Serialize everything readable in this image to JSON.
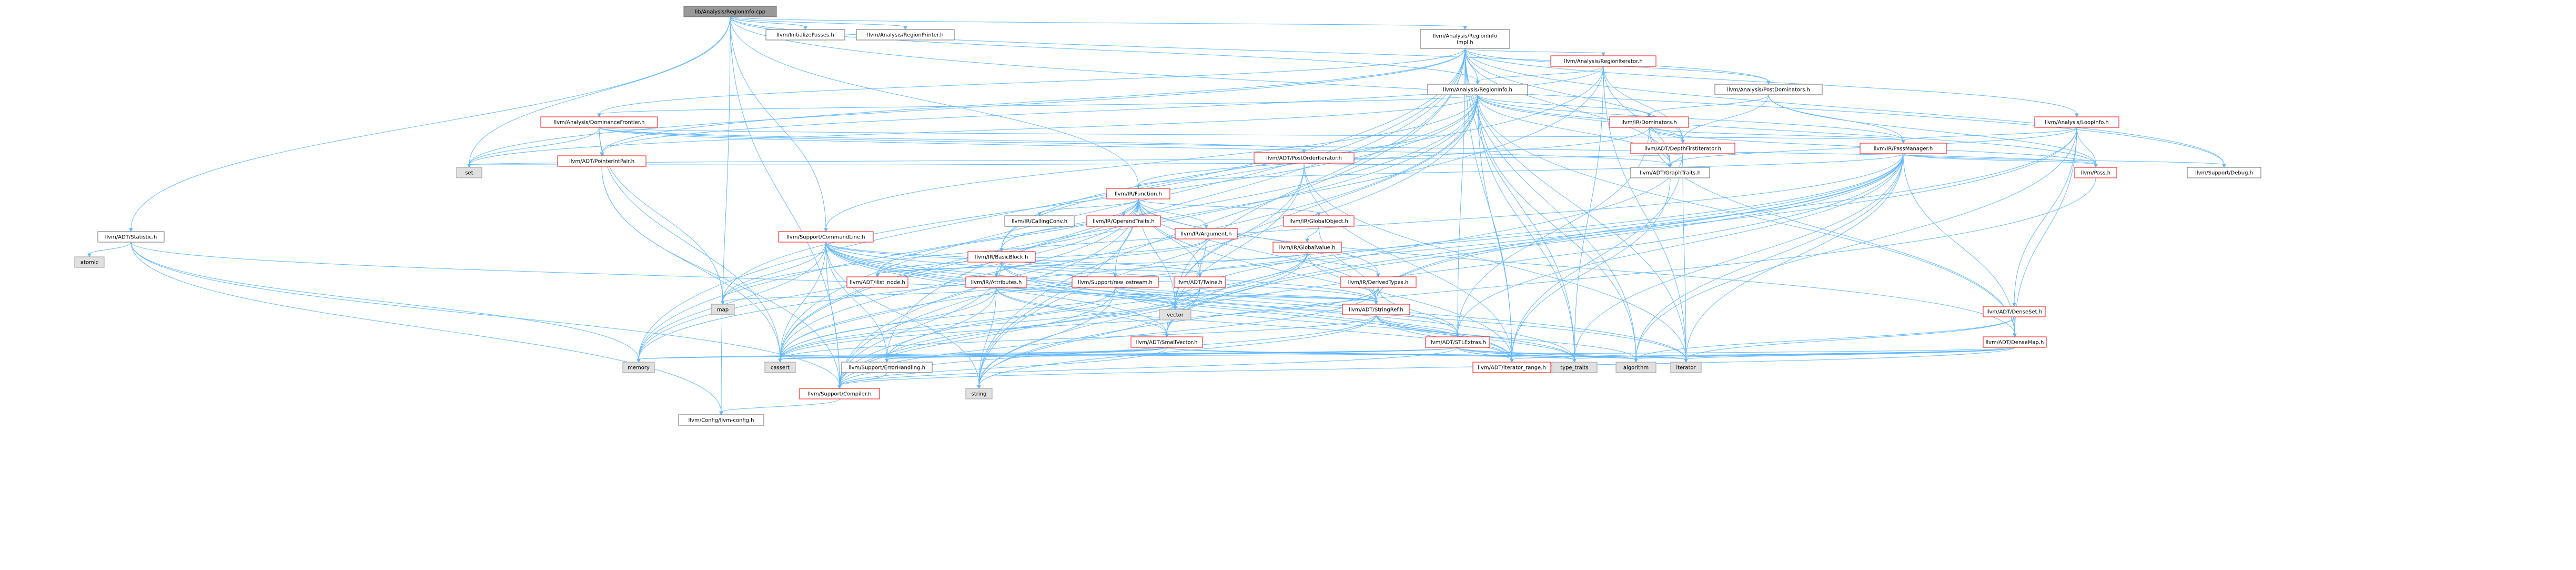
{
  "graph": {
    "nodes": [
      {
        "id": "root",
        "label": "lib/Analysis/RegionInfo.cpp",
        "style": "root"
      },
      {
        "id": "initpasses",
        "label": "llvm/InitializePasses.h",
        "style": "plain"
      },
      {
        "id": "regionprinter",
        "label": "llvm/Analysis/RegionPrinter.h",
        "style": "plain"
      },
      {
        "id": "regioninfoimpl",
        "label": "llvm/Analysis/RegionInfo\nImpl.h",
        "style": "plain"
      },
      {
        "id": "regioniterator",
        "label": "llvm/Analysis/RegionIterator.h",
        "style": "red"
      },
      {
        "id": "regioninfo",
        "label": "llvm/Analysis/RegionInfo.h",
        "style": "plain"
      },
      {
        "id": "postdom",
        "label": "llvm/Analysis/PostDominators.h",
        "style": "plain"
      },
      {
        "id": "loopinfo",
        "label": "llvm/Analysis/LoopInfo.h",
        "style": "red"
      },
      {
        "id": "domfrontier",
        "label": "llvm/Analysis/DominanceFrontier.h",
        "style": "red"
      },
      {
        "id": "dominators",
        "label": "llvm/IR/Dominators.h",
        "style": "red"
      },
      {
        "id": "passmanager",
        "label": "llvm/IR/PassManager.h",
        "style": "red"
      },
      {
        "id": "depthfirst",
        "label": "llvm/ADT/DepthFirstIterator.h",
        "style": "red"
      },
      {
        "id": "pointerintpair",
        "label": "llvm/ADT/PointerIntPair.h",
        "style": "red"
      },
      {
        "id": "postorder",
        "label": "llvm/ADT/PostOrderIterator.h",
        "style": "red"
      },
      {
        "id": "graphtraits",
        "label": "llvm/ADT/GraphTraits.h",
        "style": "plain"
      },
      {
        "id": "pass",
        "label": "llvm/Pass.h",
        "style": "red"
      },
      {
        "id": "debug",
        "label": "llvm/Support/Debug.h",
        "style": "plain"
      },
      {
        "id": "function",
        "label": "llvm/IR/Function.h",
        "style": "red"
      },
      {
        "id": "statistic",
        "label": "llvm/ADT/Statistic.h",
        "style": "plain"
      },
      {
        "id": "commandline",
        "label": "llvm/Support/CommandLine.h",
        "style": "red"
      },
      {
        "id": "callingconv",
        "label": "llvm/IR/CallingConv.h",
        "style": "plain"
      },
      {
        "id": "operandtraits",
        "label": "llvm/IR/OperandTraits.h",
        "style": "red"
      },
      {
        "id": "argument",
        "label": "llvm/IR/Argument.h",
        "style": "red"
      },
      {
        "id": "globalobject",
        "label": "llvm/IR/GlobalObject.h",
        "style": "red"
      },
      {
        "id": "globalvalue",
        "label": "llvm/IR/GlobalValue.h",
        "style": "red"
      },
      {
        "id": "basicblock",
        "label": "llvm/IR/BasicBlock.h",
        "style": "red"
      },
      {
        "id": "attributes",
        "label": "llvm/IR/Attributes.h",
        "style": "red"
      },
      {
        "id": "rawostream",
        "label": "llvm/Support/raw_ostream.h",
        "style": "red"
      },
      {
        "id": "twine",
        "label": "llvm/ADT/Twine.h",
        "style": "red"
      },
      {
        "id": "ilistnode",
        "label": "llvm/ADT/ilist_node.h",
        "style": "red"
      },
      {
        "id": "derivedtypes",
        "label": "llvm/IR/DerivedTypes.h",
        "style": "red"
      },
      {
        "id": "stringref",
        "label": "llvm/ADT/StringRef.h",
        "style": "red"
      },
      {
        "id": "stlextras",
        "label": "llvm/ADT/STLExtras.h",
        "style": "red"
      },
      {
        "id": "smallvector",
        "label": "llvm/ADT/SmallVector.h",
        "style": "red"
      },
      {
        "id": "densemap",
        "label": "llvm/ADT/DenseMap.h",
        "style": "red"
      },
      {
        "id": "denseset",
        "label": "llvm/ADT/DenseSet.h",
        "style": "red"
      },
      {
        "id": "iteratorrange",
        "label": "llvm/ADT/iterator_range.h",
        "style": "red"
      },
      {
        "id": "errorhandling",
        "label": "llvm/Support/ErrorHandling.h",
        "style": "plain"
      },
      {
        "id": "compiler",
        "label": "llvm/Support/Compiler.h",
        "style": "red"
      },
      {
        "id": "llvmconfig",
        "label": "llvm/Config/llvm-config.h",
        "style": "plain"
      },
      {
        "id": "set",
        "label": "set",
        "style": "sys"
      },
      {
        "id": "vector",
        "label": "vector",
        "style": "sys"
      },
      {
        "id": "atomic",
        "label": "atomic",
        "style": "sys"
      },
      {
        "id": "map",
        "label": "map",
        "style": "sys"
      },
      {
        "id": "memory",
        "label": "memory",
        "style": "sys"
      },
      {
        "id": "cassert",
        "label": "cassert",
        "style": "sys"
      },
      {
        "id": "string",
        "label": "string",
        "style": "sys"
      },
      {
        "id": "typetraits",
        "label": "type_traits",
        "style": "sys"
      },
      {
        "id": "algorithm",
        "label": "algorithm",
        "style": "sys"
      },
      {
        "id": "iterator",
        "label": "iterator",
        "style": "sys"
      }
    ],
    "edges": [
      [
        "root",
        "initpasses"
      ],
      [
        "root",
        "regionprinter"
      ],
      [
        "root",
        "regioninfoimpl"
      ],
      [
        "root",
        "regioninfo"
      ],
      [
        "root",
        "statistic"
      ],
      [
        "root",
        "commandline"
      ],
      [
        "root",
        "debug"
      ],
      [
        "root",
        "compiler"
      ],
      [
        "root",
        "llvmconfig"
      ],
      [
        "root",
        "postdom"
      ],
      [
        "root",
        "set"
      ],
      [
        "root",
        "function"
      ],
      [
        "regioninfoimpl",
        "regioniterator"
      ],
      [
        "regioninfoimpl",
        "regioninfo"
      ],
      [
        "regioninfoimpl",
        "postdom"
      ],
      [
        "regioninfoimpl",
        "loopinfo"
      ],
      [
        "regioninfoimpl",
        "domfrontier"
      ],
      [
        "regioninfoimpl",
        "depthfirst"
      ],
      [
        "regioninfoimpl",
        "graphtraits"
      ],
      [
        "regioninfoimpl",
        "pointerintpair"
      ],
      [
        "regioninfoimpl",
        "stlextras"
      ],
      [
        "regioninfoimpl",
        "debug"
      ],
      [
        "regioninfoimpl",
        "errorhandling"
      ],
      [
        "regioninfoimpl",
        "iteratorrange"
      ],
      [
        "regioninfoimpl",
        "raw_ostream_dummy"
      ],
      [
        "regioninfoimpl",
        "algorithm"
      ],
      [
        "regioninfoimpl",
        "cassert"
      ],
      [
        "regioninfoimpl",
        "iterator"
      ],
      [
        "regioninfoimpl",
        "memory"
      ],
      [
        "regioninfoimpl",
        "set"
      ],
      [
        "regioninfoimpl",
        "string"
      ],
      [
        "regioninfoimpl",
        "typetraits"
      ],
      [
        "regioninfoimpl",
        "vector"
      ],
      [
        "regioniterator",
        "regioninfo"
      ],
      [
        "regioniterator",
        "depthfirst"
      ],
      [
        "regioniterator",
        "graphtraits"
      ],
      [
        "regioniterator",
        "pointerintpair"
      ],
      [
        "regioniterator",
        "basicblock"
      ],
      [
        "regioniterator",
        "cassert"
      ],
      [
        "regioniterator",
        "iterator"
      ],
      [
        "regioniterator",
        "typetraits"
      ],
      [
        "regioninfo",
        "depthfirst"
      ],
      [
        "regioninfo",
        "graphtraits"
      ],
      [
        "regioninfo",
        "iteratorrange"
      ],
      [
        "regioninfo",
        "dominators"
      ],
      [
        "regioninfo",
        "passmanager"
      ],
      [
        "regioninfo",
        "pass"
      ],
      [
        "regioninfo",
        "domfrontier"
      ],
      [
        "regioninfo",
        "basicblock"
      ],
      [
        "regioninfo",
        "commandline"
      ],
      [
        "regioninfo",
        "algorithm"
      ],
      [
        "regioninfo",
        "cassert"
      ],
      [
        "regioninfo",
        "map"
      ],
      [
        "regioninfo",
        "memory"
      ],
      [
        "regioninfo",
        "set"
      ],
      [
        "regioninfo",
        "string"
      ],
      [
        "regioninfo",
        "typetraits"
      ],
      [
        "regioninfo",
        "vector"
      ],
      [
        "regioninfo",
        "densemap"
      ],
      [
        "regioninfo",
        "compiler"
      ],
      [
        "postdom",
        "depthfirst"
      ],
      [
        "postdom",
        "dominators"
      ],
      [
        "postdom",
        "passmanager"
      ],
      [
        "postdom",
        "pass"
      ],
      [
        "loopinfo",
        "passmanager"
      ],
      [
        "loopinfo",
        "pass"
      ],
      [
        "loopinfo",
        "densemap"
      ],
      [
        "loopinfo",
        "denseset"
      ],
      [
        "loopinfo",
        "smallvector"
      ],
      [
        "loopinfo",
        "algorithm"
      ],
      [
        "loopinfo",
        "graphtraits"
      ],
      [
        "loopinfo",
        "stringref"
      ],
      [
        "domfrontier",
        "graphtraits"
      ],
      [
        "domfrontier",
        "postorder"
      ],
      [
        "domfrontier",
        "pass"
      ],
      [
        "domfrontier",
        "passmanager"
      ],
      [
        "domfrontier",
        "map"
      ],
      [
        "domfrontier",
        "set"
      ],
      [
        "domfrontier",
        "cassert"
      ],
      [
        "domfrontier",
        "utility"
      ],
      [
        "dominators",
        "depthfirst"
      ],
      [
        "dominators",
        "graphtraits"
      ],
      [
        "dominators",
        "passmanager"
      ],
      [
        "dominators",
        "pass"
      ],
      [
        "dominators",
        "densemap"
      ],
      [
        "dominators",
        "stlextras"
      ],
      [
        "dominators",
        "function"
      ],
      [
        "passmanager",
        "densemap"
      ],
      [
        "passmanager",
        "stlextras"
      ],
      [
        "passmanager",
        "smallvector"
      ],
      [
        "passmanager",
        "stringref"
      ],
      [
        "passmanager",
        "function"
      ],
      [
        "passmanager",
        "pass"
      ],
      [
        "passmanager",
        "typetraits"
      ],
      [
        "passmanager",
        "debug"
      ],
      [
        "passmanager",
        "algorithm"
      ],
      [
        "passmanager",
        "cassert"
      ],
      [
        "passmanager",
        "iterator"
      ],
      [
        "passmanager",
        "string"
      ],
      [
        "passmanager",
        "vector"
      ],
      [
        "passmanager",
        "memory"
      ],
      [
        "passmanager",
        "map"
      ],
      [
        "depthfirst",
        "graphtraits"
      ],
      [
        "depthfirst",
        "smallvector"
      ],
      [
        "depthfirst",
        "iteratorrange"
      ],
      [
        "depthfirst",
        "iterator"
      ],
      [
        "depthfirst",
        "set"
      ],
      [
        "depthfirst",
        "utility"
      ],
      [
        "pointerintpair",
        "compiler"
      ],
      [
        "pointerintpair",
        "cassert"
      ],
      [
        "postorder",
        "graphtraits"
      ],
      [
        "postorder",
        "smallvector"
      ],
      [
        "postorder",
        "iteratorrange"
      ],
      [
        "postorder",
        "set"
      ],
      [
        "postorder",
        "vector"
      ],
      [
        "postorder",
        "iterator"
      ],
      [
        "graphtraits",
        "iteratorrange"
      ],
      [
        "pass",
        "string"
      ],
      [
        "function",
        "callingconv"
      ],
      [
        "function",
        "operandtraits"
      ],
      [
        "function",
        "argument"
      ],
      [
        "function",
        "globalobject"
      ],
      [
        "function",
        "basicblock"
      ],
      [
        "function",
        "attributes"
      ],
      [
        "function",
        "derivedtypes"
      ],
      [
        "function",
        "ilistnode"
      ],
      [
        "function",
        "twine"
      ],
      [
        "function",
        "stringref"
      ],
      [
        "function",
        "iteratorrange"
      ],
      [
        "function",
        "compiler"
      ],
      [
        "function",
        "densemap"
      ],
      [
        "function",
        "cassert"
      ],
      [
        "function",
        "memory"
      ],
      [
        "function",
        "string"
      ],
      [
        "function",
        "vector"
      ],
      [
        "function",
        "rawostream"
      ],
      [
        "statistic",
        "atomic"
      ],
      [
        "statistic",
        "vector"
      ],
      [
        "statistic",
        "memory"
      ],
      [
        "statistic",
        "compiler"
      ],
      [
        "statistic",
        "llvmconfig"
      ],
      [
        "commandline",
        "stringref"
      ],
      [
        "commandline",
        "twine"
      ],
      [
        "commandline",
        "smallvector"
      ],
      [
        "commandline",
        "stlextras"
      ],
      [
        "commandline",
        "iteratorrange"
      ],
      [
        "commandline",
        "errorhandling"
      ],
      [
        "commandline",
        "rawostream"
      ],
      [
        "commandline",
        "cassert"
      ],
      [
        "commandline",
        "map"
      ],
      [
        "commandline",
        "string"
      ],
      [
        "commandline",
        "typetraits"
      ],
      [
        "commandline",
        "vector"
      ],
      [
        "commandline",
        "memory"
      ],
      [
        "commandline",
        "iterator"
      ],
      [
        "commandline",
        "compiler"
      ],
      [
        "argument",
        "twine"
      ],
      [
        "argument",
        "ilistnode"
      ],
      [
        "argument",
        "attributes"
      ],
      [
        "globalobject",
        "globalvalue"
      ],
      [
        "globalobject",
        "stringref"
      ],
      [
        "globalvalue",
        "derivedtypes"
      ],
      [
        "globalvalue",
        "twine"
      ],
      [
        "globalvalue",
        "ilistnode"
      ],
      [
        "globalvalue",
        "stringref"
      ],
      [
        "globalvalue",
        "errorhandling"
      ],
      [
        "globalvalue",
        "compiler"
      ],
      [
        "globalvalue",
        "cassert"
      ],
      [
        "basicblock",
        "twine"
      ],
      [
        "basicblock",
        "ilistnode"
      ],
      [
        "basicblock",
        "iteratorrange"
      ],
      [
        "basicblock",
        "stringref"
      ],
      [
        "basicblock",
        "compiler"
      ],
      [
        "basicblock",
        "cassert"
      ],
      [
        "basicblock",
        "iterator"
      ],
      [
        "attributes",
        "smallvector"
      ],
      [
        "attributes",
        "stringref"
      ],
      [
        "attributes",
        "iteratorrange"
      ],
      [
        "attributes",
        "compiler"
      ],
      [
        "attributes",
        "map"
      ],
      [
        "attributes",
        "string"
      ],
      [
        "attributes",
        "cassert"
      ],
      [
        "rawostream",
        "stringref"
      ],
      [
        "rawostream",
        "compiler"
      ],
      [
        "rawostream",
        "cassert"
      ],
      [
        "rawostream",
        "string"
      ],
      [
        "rawostream",
        "typetraits"
      ],
      [
        "twine",
        "smallvector"
      ],
      [
        "twine",
        "stringref"
      ],
      [
        "twine",
        "errorhandling"
      ],
      [
        "twine",
        "cassert"
      ],
      [
        "twine",
        "string"
      ],
      [
        "derivedtypes",
        "stringref"
      ],
      [
        "derivedtypes",
        "stlextras"
      ],
      [
        "derivedtypes",
        "compiler"
      ],
      [
        "derivedtypes",
        "cassert"
      ],
      [
        "stringref",
        "stlextras"
      ],
      [
        "stringref",
        "iteratorrange"
      ],
      [
        "stringref",
        "compiler"
      ],
      [
        "stringref",
        "algorithm"
      ],
      [
        "stringref",
        "cassert"
      ],
      [
        "stringref",
        "string"
      ],
      [
        "stringref",
        "typetraits"
      ],
      [
        "stlextras",
        "iteratorrange"
      ],
      [
        "stlextras",
        "compiler"
      ],
      [
        "stlextras",
        "errorhandling"
      ],
      [
        "stlextras",
        "algorithm"
      ],
      [
        "stlextras",
        "cassert"
      ],
      [
        "stlextras",
        "iterator"
      ],
      [
        "stlextras",
        "memory"
      ],
      [
        "stlextras",
        "typetraits"
      ],
      [
        "smallvector",
        "compiler"
      ],
      [
        "smallvector",
        "algorithm"
      ],
      [
        "smallvector",
        "cassert"
      ],
      [
        "smallvector",
        "iterator"
      ],
      [
        "smallvector",
        "memory"
      ],
      [
        "smallvector",
        "typetraits"
      ],
      [
        "smallvector",
        "errorhandling"
      ],
      [
        "densemap",
        "compiler"
      ],
      [
        "densemap",
        "algorithm"
      ],
      [
        "densemap",
        "cassert"
      ],
      [
        "densemap",
        "iterator"
      ],
      [
        "densemap",
        "typetraits"
      ],
      [
        "densemap",
        "iteratorrange"
      ],
      [
        "denseset",
        "densemap"
      ],
      [
        "denseset",
        "algorithm"
      ],
      [
        "denseset",
        "iterator"
      ],
      [
        "compiler",
        "llvmconfig"
      ],
      [
        "errorhandling",
        "compiler"
      ]
    ]
  }
}
